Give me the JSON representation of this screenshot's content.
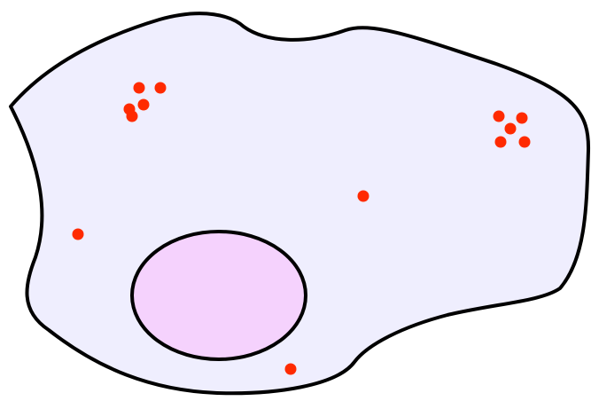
{
  "colors": {
    "background": "#ffffff",
    "cell_fill": "#efeefe",
    "cell_outline": "#000000",
    "nucleus_fill": "#f5d2fd",
    "nucleus_outline": "#000000",
    "granule_fill": "#ff2a00"
  },
  "diagram": {
    "cell": {
      "name": "cell-body"
    },
    "nucleus": {
      "name": "nucleus"
    },
    "granule_groups": [
      {
        "name": "granule-cluster-top-left",
        "count": 5
      },
      {
        "name": "granule-cluster-top-right",
        "count": 5
      },
      {
        "name": "granule-single-center-right",
        "count": 1
      },
      {
        "name": "granule-single-left",
        "count": 1
      },
      {
        "name": "granule-single-bottom",
        "count": 1
      }
    ]
  }
}
